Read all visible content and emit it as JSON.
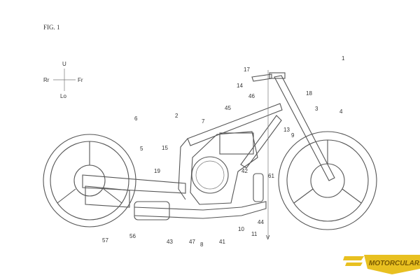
{
  "figure_title": "FIG. 1",
  "direction_indicator": {
    "up": "U",
    "down": "Lo",
    "rear": "Rr",
    "front": "Fr"
  },
  "labels": {
    "l1": "1",
    "l2": "2",
    "l3": "3",
    "l4": "4",
    "l5": "5",
    "l6": "6",
    "l7": "7",
    "l8": "8",
    "l9": "9",
    "l10": "10",
    "l11": "11",
    "l13": "13",
    "l14": "14",
    "l15": "15",
    "l17": "17",
    "l18": "18",
    "l19": "19",
    "l41": "41",
    "l42": "42",
    "l43": "43",
    "l44": "44",
    "l45": "45",
    "l46": "46",
    "l47": "47",
    "l56": "56",
    "l57": "57",
    "l61": "61",
    "lV": "V"
  },
  "watermark": "MOTORCULAR.I",
  "colors": {
    "line": "#555555",
    "watermark": "#e8c020"
  }
}
